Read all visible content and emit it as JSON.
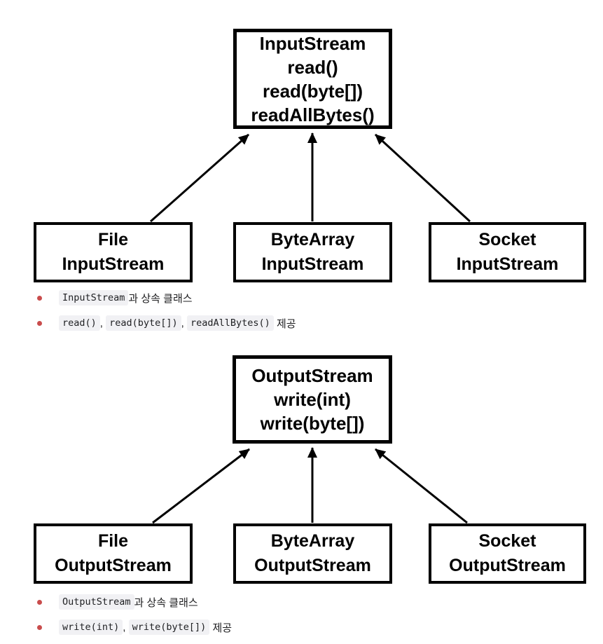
{
  "colors": {
    "bullet_dot": "#c94c4c",
    "code_bg": "#f1f1f4",
    "box_border": "#000000"
  },
  "diagrams": [
    {
      "id": "input-stream-hierarchy",
      "parent_box": {
        "lines": [
          "InputStream",
          "read()",
          "read(byte[])",
          "readAllBytes()"
        ]
      },
      "child_boxes": [
        {
          "lines": [
            "File",
            "InputStream"
          ]
        },
        {
          "lines": [
            "ByteArray",
            "InputStream"
          ]
        },
        {
          "lines": [
            "Socket",
            "InputStream"
          ]
        }
      ],
      "bullets": [
        {
          "segments": [
            {
              "type": "code",
              "text": "InputStream"
            },
            {
              "type": "text",
              "text": "과 상속 클래스"
            }
          ]
        },
        {
          "segments": [
            {
              "type": "code",
              "text": "read()"
            },
            {
              "type": "text",
              "text": ", "
            },
            {
              "type": "code",
              "text": "read(byte[])"
            },
            {
              "type": "text",
              "text": ", "
            },
            {
              "type": "code",
              "text": "readAllBytes()"
            },
            {
              "type": "text",
              "text": " 제공"
            }
          ]
        }
      ]
    },
    {
      "id": "output-stream-hierarchy",
      "parent_box": {
        "lines": [
          "OutputStream",
          "write(int)",
          "write(byte[])"
        ]
      },
      "child_boxes": [
        {
          "lines": [
            "File",
            "OutputStream"
          ]
        },
        {
          "lines": [
            "ByteArray",
            "OutputStream"
          ]
        },
        {
          "lines": [
            "Socket",
            "OutputStream"
          ]
        }
      ],
      "bullets": [
        {
          "segments": [
            {
              "type": "code",
              "text": "OutputStream"
            },
            {
              "type": "text",
              "text": "과 상속 클래스"
            }
          ]
        },
        {
          "segments": [
            {
              "type": "code",
              "text": "write(int)"
            },
            {
              "type": "text",
              "text": ", "
            },
            {
              "type": "code",
              "text": "write(byte[])"
            },
            {
              "type": "text",
              "text": " 제공"
            }
          ]
        }
      ]
    }
  ]
}
